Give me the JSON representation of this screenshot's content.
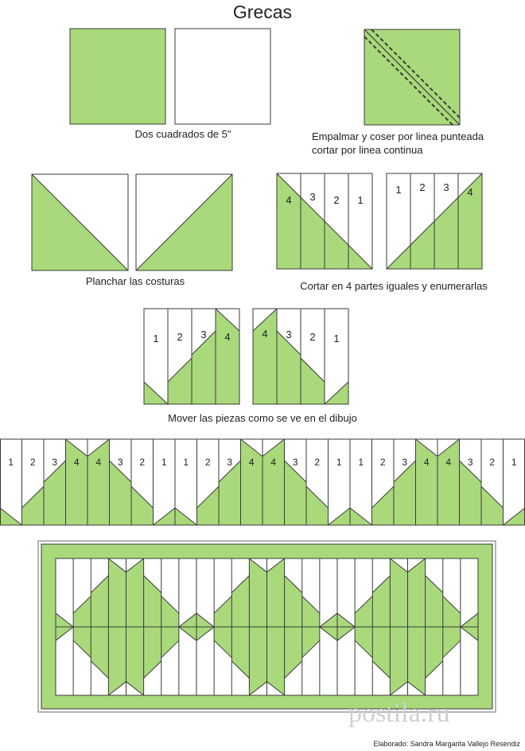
{
  "title": "Grecas",
  "colors": {
    "green": "#a9d97a",
    "white": "#ffffff",
    "line": "#3a3a3a",
    "border_outer": "#9c9c9c"
  },
  "steps": {
    "cap1": "Dos cuadrados de 5\"",
    "cap2_line1": "Empalmar y coser por linea punteada",
    "cap2_line2": "cortar por linea continua",
    "cap3": "Planchar las costuras",
    "cap4": "Cortar en 4 partes iguales y enumerarlas",
    "cap5": "Mover las piezas como se ve en el dibujo"
  },
  "strip_numbers": {
    "cut_left": [
      "4",
      "3",
      "2",
      "1"
    ],
    "cut_right": [
      "1",
      "2",
      "3",
      "4"
    ],
    "moved_left": [
      "1",
      "2",
      "3",
      "4"
    ],
    "moved_right": [
      "4",
      "3",
      "2",
      "1"
    ],
    "border_row": [
      "1",
      "2",
      "3",
      "4",
      "4",
      "3",
      "2",
      "1",
      "1",
      "2",
      "3",
      "4",
      "4",
      "3",
      "2",
      "1",
      "1",
      "2",
      "3",
      "4",
      "4",
      "3",
      "2",
      "1"
    ]
  },
  "credit": "Elaborado: Sandra Margarita Vallejo Resendiz",
  "watermark": "postila.ru"
}
